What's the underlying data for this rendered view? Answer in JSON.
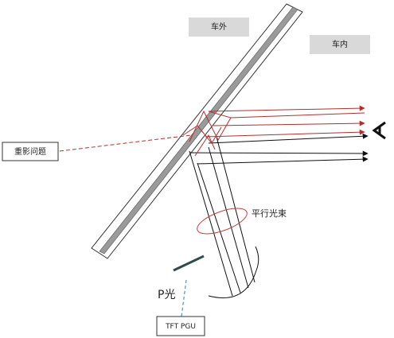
{
  "labels": {
    "outside_car": "车外",
    "inside_car": "车内",
    "ghost_issue": "重影问题",
    "parallel_beam": "平行光束",
    "p_light": "P光",
    "tft_pgu": "TFT PGU"
  },
  "colors": {
    "red_ray": "#b03030",
    "black_ray": "#111111",
    "glass_core": "#9a9a9a",
    "label_box_fill": "#d9d9d9",
    "ellipse": "#c04040",
    "p_light_dash": "#5b8ec8",
    "polarizer": "#2f4a4a"
  },
  "icons": {
    "eye": "eye-icon"
  }
}
